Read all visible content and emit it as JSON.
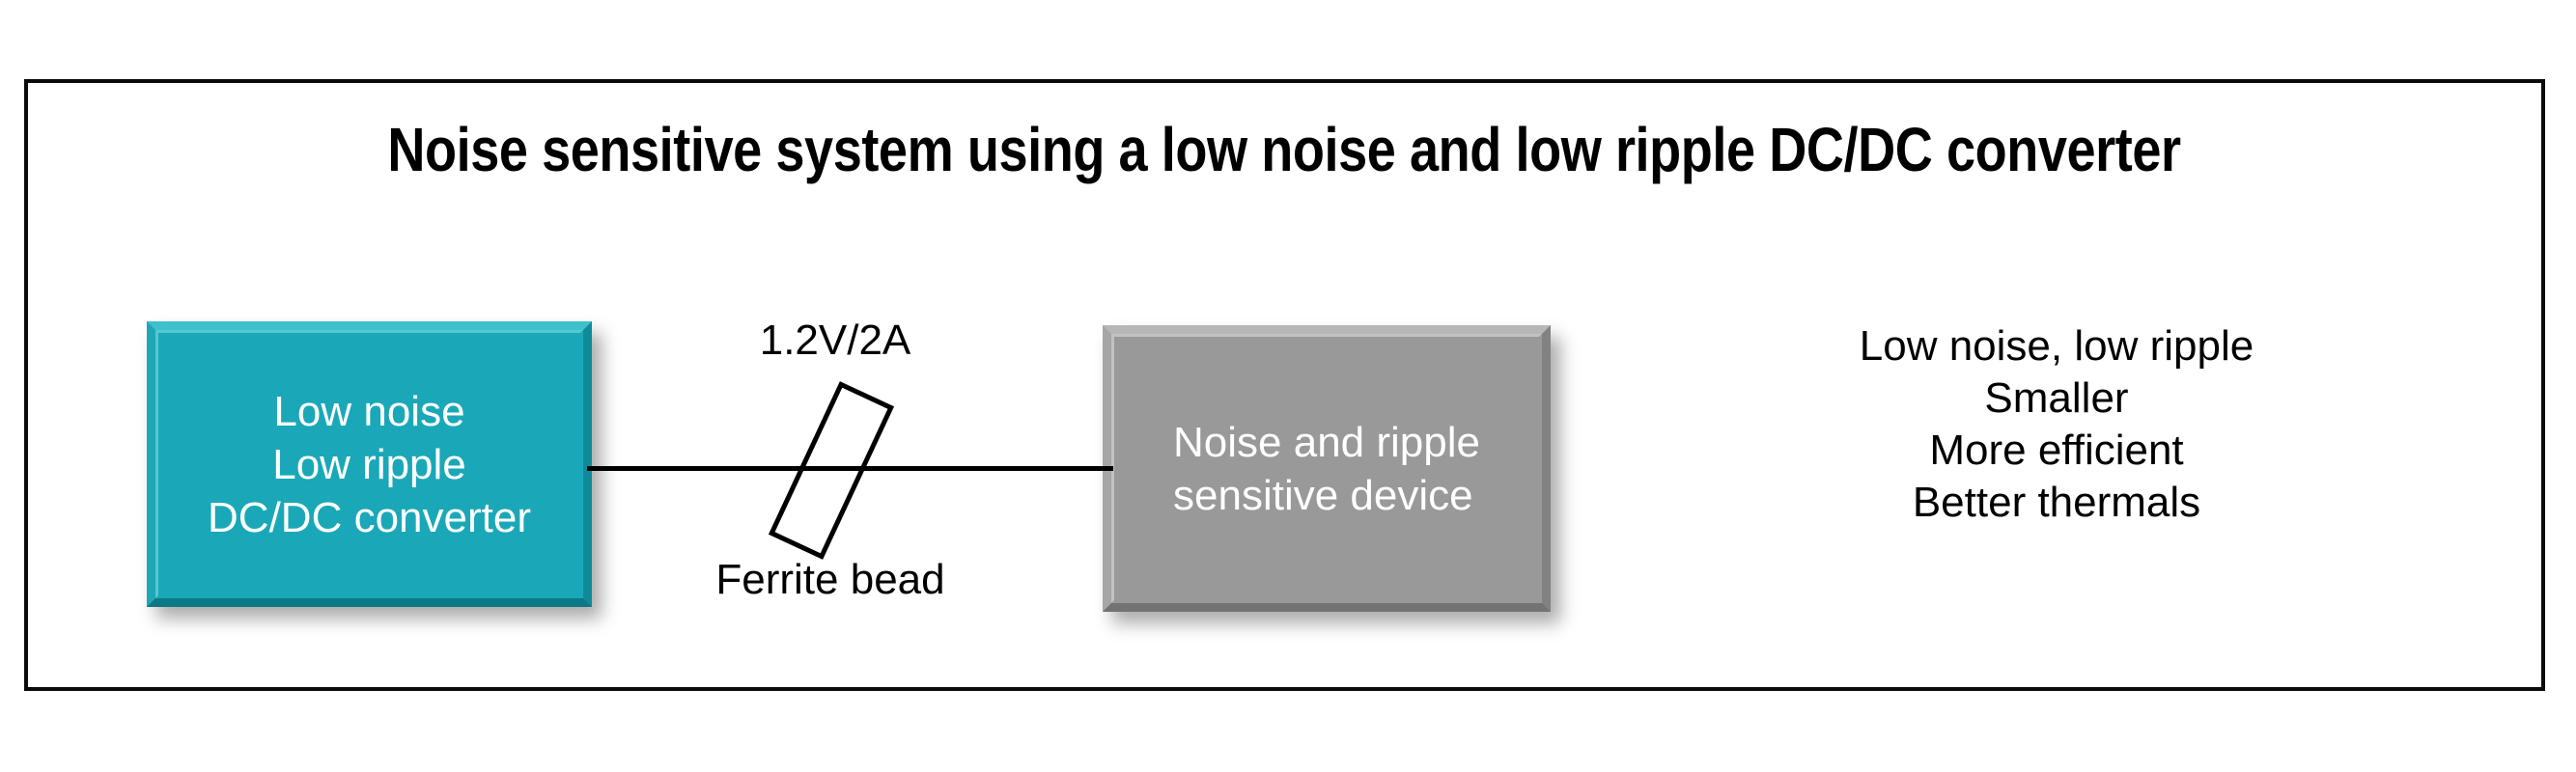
{
  "slide": {
    "title": "Noise sensitive system using a low noise and low ripple DC/DC converter",
    "frame_color": "#0b0b0b",
    "background": "#ffffff"
  },
  "diagram": {
    "converter_block": {
      "label": "Low noise\nLow ripple\nDC/DC converter",
      "line1": "Low noise",
      "line2": "Low ripple",
      "line3": "DC/DC converter",
      "fill_color": "#1aa8b8",
      "text_color": "#ffffff"
    },
    "device_block": {
      "label": "Noise and ripple\nsensitive device",
      "line1": "Noise and ripple",
      "line2": "sensitive device",
      "fill_color": "#999999",
      "text_color": "#ffffff"
    },
    "connection": {
      "voltage_label": "1.2V/2A",
      "component_label": "Ferrite bead",
      "wire_color": "#000000"
    }
  },
  "benefits": {
    "items": [
      "Low noise, low ripple",
      "Smaller",
      "More efficient",
      "Better thermals"
    ]
  }
}
